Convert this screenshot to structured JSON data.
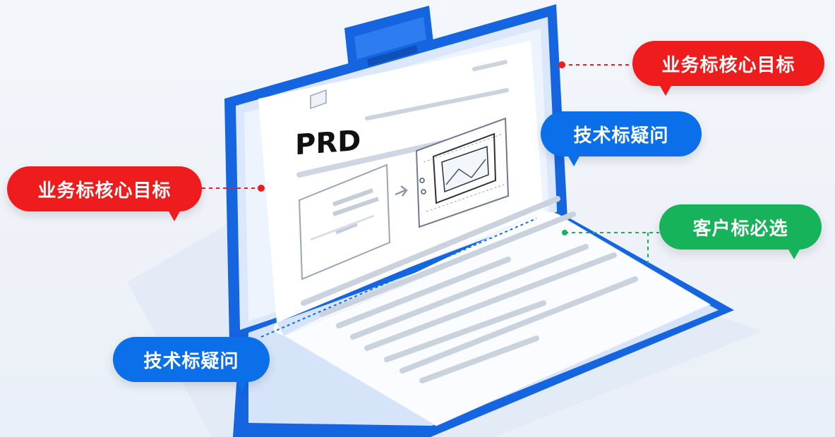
{
  "document": {
    "title": "PRD"
  },
  "callouts": {
    "top_right": "业务标核心目标",
    "mid_right": "技术标疑问",
    "left": "业务标核心目标",
    "green_right": "客户标必选",
    "bottom_left": "技术标疑问"
  },
  "colors": {
    "business": "#ee1c1c",
    "technical": "#0a6fe8",
    "customer": "#17b35a",
    "laptop_frame": "#1565e0"
  },
  "icons": [
    "clipboard-clip-icon",
    "arrow-right-icon",
    "wireframe-icon",
    "blueprint-icon"
  ]
}
